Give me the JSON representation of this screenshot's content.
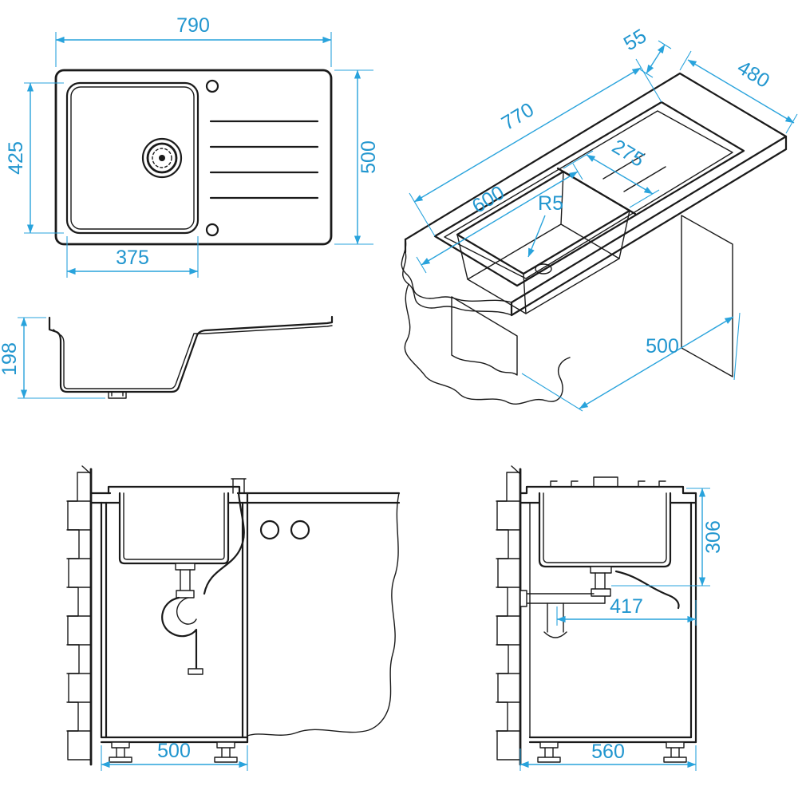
{
  "drawing": {
    "kind": "kitchen sink technical drawing",
    "line_color": "#1a1a1a",
    "dimension_color": "#29a3dc"
  },
  "top_view": {
    "length": "790",
    "depth": "500",
    "bowl_depth": "425",
    "bowl_length": "375"
  },
  "iso_view": {
    "edge_margin": "55",
    "board_depth": "480",
    "sink_length": "770",
    "bowl_width": "275",
    "corner_radius": "R5",
    "cutout_length": "600",
    "stand_width": "500"
  },
  "profile_view": {
    "height": "198"
  },
  "front_view": {
    "cabinet_width": "500"
  },
  "side_view": {
    "bowl_depth": "306",
    "trap_offset": "417",
    "cabinet_depth": "560"
  }
}
